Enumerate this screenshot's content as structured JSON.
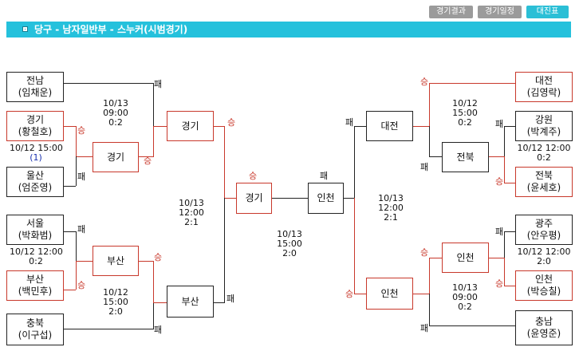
{
  "nav": {
    "results": "경기결과",
    "schedule": "경기일정",
    "bracket": "대진표"
  },
  "title": "당구 - 남자일반부 - 스누커(시범경기)",
  "labels": {
    "win": "승",
    "lose": "패"
  },
  "entries": {
    "jeonnam": {
      "region": "전남",
      "player": "(임채운)"
    },
    "gyeonggi": {
      "region": "경기",
      "player": "(황철호)"
    },
    "ulsan": {
      "region": "울산",
      "player": "(엄준영)"
    },
    "seoul": {
      "region": "서울",
      "player": "(박화범)"
    },
    "busan": {
      "region": "부산",
      "player": "(백민후)"
    },
    "chungbuk": {
      "region": "충북",
      "player": "(이구섭)"
    },
    "daejeon": {
      "region": "대전",
      "player": "(김영락)"
    },
    "gangwon": {
      "region": "강원",
      "player": "(박계주)"
    },
    "jeonbuk": {
      "region": "전북",
      "player": "(윤세호)"
    },
    "gwangju": {
      "region": "광주",
      "player": "(안우평)"
    },
    "incheon": {
      "region": "인천",
      "player": "(박승칠)"
    },
    "chungnam": {
      "region": "충남",
      "player": "(윤영준)"
    }
  },
  "winners": {
    "l_r1_a": "경기",
    "l_r1_b": "부산",
    "l_r2_a": "경기",
    "l_r2_b": "부산",
    "final_left": "경기",
    "final_right": "인천",
    "r_r2_a": "대전",
    "r_r2_b": "인천",
    "r_r1_a": "전북",
    "r_r1_b": "인천"
  },
  "matches": {
    "l_r1_a": {
      "date": "10/12 15:00",
      "score": "(1)"
    },
    "l_r1_b": {
      "date": "10/12 12:00",
      "score": "0:2"
    },
    "l_r2_a": {
      "date": "10/13",
      "time": "09:00",
      "score": "0:2"
    },
    "l_r2_b": {
      "date": "10/12",
      "time": "15:00",
      "score": "2:0"
    },
    "l_semi": {
      "date": "10/13",
      "time": "12:00",
      "score": "2:1"
    },
    "final": {
      "date": "10/13",
      "time": "15:00",
      "score": "2:0"
    },
    "r_semi": {
      "date": "10/13",
      "time": "12:00",
      "score": "2:1"
    },
    "r_r2_a": {
      "date": "10/12",
      "time": "15:00",
      "score": "0:2"
    },
    "r_r2_b": {
      "date": "10/13",
      "time": "09:00",
      "score": "0:2"
    },
    "r_r1_a": {
      "date": "10/12 12:00",
      "score": "0:2"
    },
    "r_r1_b": {
      "date": "10/12 12:00",
      "score": "2:0"
    }
  }
}
